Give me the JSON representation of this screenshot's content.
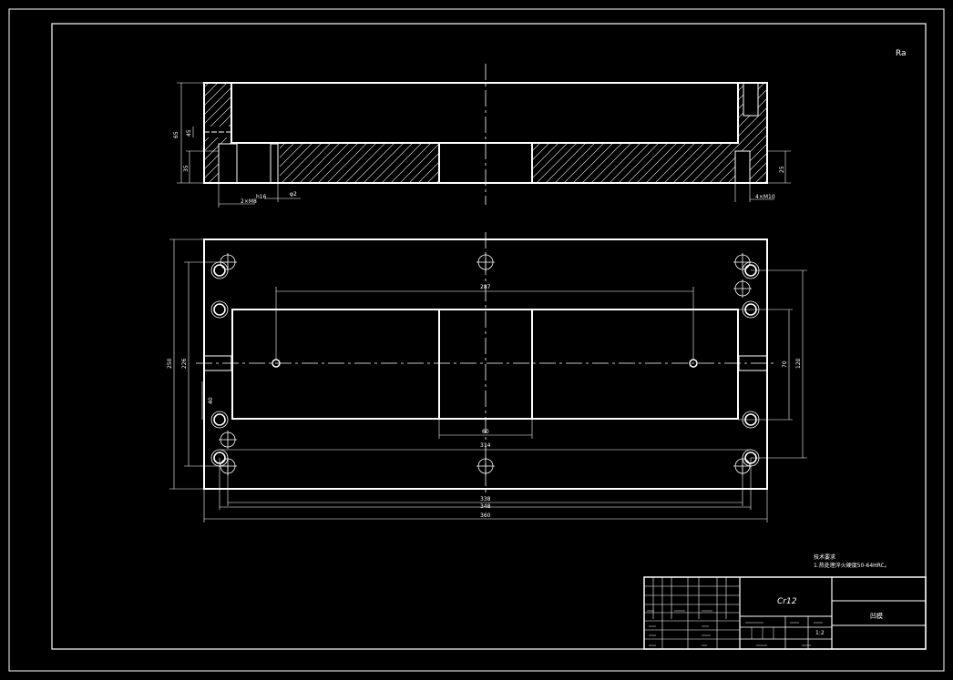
{
  "drawing": {
    "corner_mark": "Ra",
    "section_view": {
      "dims": {
        "left_total": "65",
        "left_upper": "45",
        "left_lower": "35",
        "thread_note": "2×M8",
        "depth_note": "h16",
        "hole_dia": "φ2",
        "right_height": "25",
        "right_note": "4×M10"
      }
    },
    "plan_view": {
      "dims": {
        "top_span": "287",
        "left_outer": "250",
        "left_inner": "226",
        "left_small": "40",
        "right_inner": "70",
        "right_outer": "120",
        "center_gap": "60",
        "bottom_inner": "314",
        "bottom_1": "338",
        "bottom_2": "348",
        "bottom_3": "360"
      }
    },
    "tech_requirements": {
      "title": "技术要求",
      "line1": "1.热处理淬火硬度50-64HRC。"
    },
    "title_block": {
      "material": "Cr12",
      "part_name": "凹模",
      "scale": "1:2"
    }
  }
}
